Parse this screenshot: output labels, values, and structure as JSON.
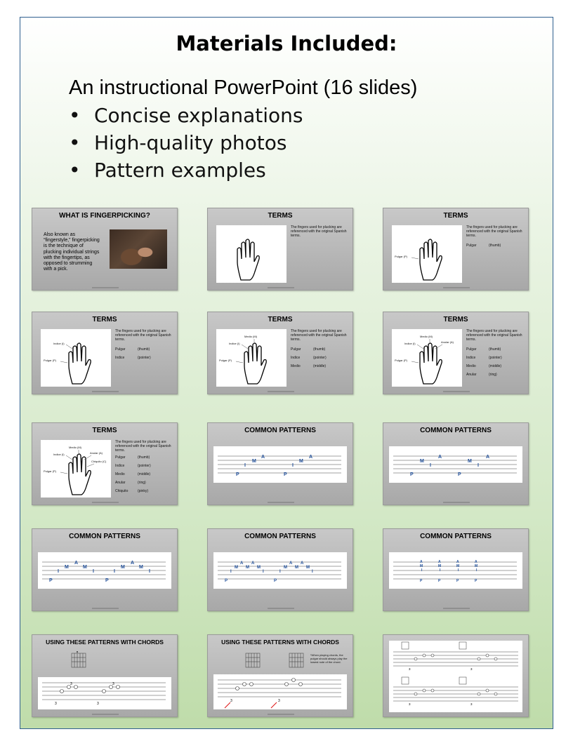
{
  "heading": "Materials Included:",
  "intro": "An instructional PowerPoint (16 slides)",
  "bullets": [
    "Concise explanations",
    "High-quality photos",
    "Pattern examples"
  ],
  "bullet_glyph": "•",
  "slides": {
    "s1": {
      "title": "WHAT IS FINGERPICKING?",
      "text": "Also known as “fingerstyle,” fingerpicking is the technique of plucking individual strings with the fingertips, as opposed to strumming with a pick."
    },
    "terms_title": "TERMS",
    "terms_intro": "The fingers used for plucking are referenced with the original Spanish terms.",
    "terms": [
      {
        "term": "Pulgar",
        "meaning": "(thumb)",
        "label": "Pulgar (P)"
      },
      {
        "term": "Indice",
        "meaning": "(pointer)",
        "label": "Indice (I)"
      },
      {
        "term": "Medio",
        "meaning": "(middle)",
        "label": "Medio (M)"
      },
      {
        "term": "Anular",
        "meaning": "(ring)",
        "label": "Anular (A)"
      },
      {
        "term": "Chiquito",
        "meaning": "(pinky)",
        "label": "Chiquito (C)"
      }
    ],
    "patterns_title": "COMMON PATTERNS",
    "chords_title": "USING THESE PATTERNS WITH CHORDS",
    "chords_note": "*When playing chords, the pulgar should always play the lowest note of the chord.",
    "letters": {
      "p": "P",
      "i": "I",
      "m": "M",
      "a": "A"
    },
    "fret": "3"
  },
  "colors": {
    "frame_border": "#2f5f8f",
    "tab_letter": "#1f4e99",
    "slide_bg": "#b8b8b8"
  }
}
